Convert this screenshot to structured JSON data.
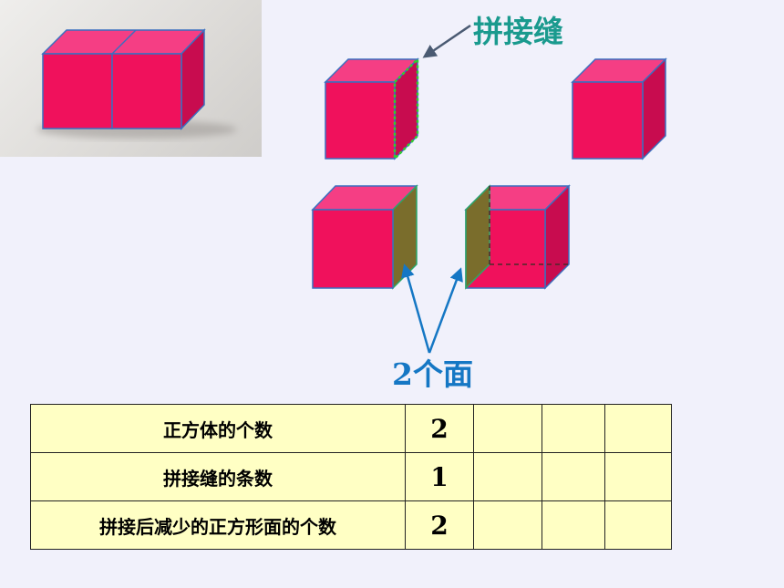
{
  "labels": {
    "seam": "拼接缝",
    "faces": "2个面"
  },
  "table": {
    "rows": [
      {
        "header": "正方体的个数",
        "value": "2"
      },
      {
        "header": "拼接缝的条数",
        "value": "1"
      },
      {
        "header": "拼接后减少的正方形面的个数",
        "value": "2"
      }
    ]
  },
  "colors": {
    "cube_front": "#f0115c",
    "cube_top": "#f53e84",
    "cube_side": "#c80c4f",
    "cube_edge": "#3a6fbf",
    "hidden_face": "#7a6d2c",
    "seam_line": "#2fd12f",
    "arrow_blue": "#1577c4",
    "arrow_gray": "#4a5a72",
    "table_bg": "#ffffc4",
    "background": "#f1f1fb"
  }
}
